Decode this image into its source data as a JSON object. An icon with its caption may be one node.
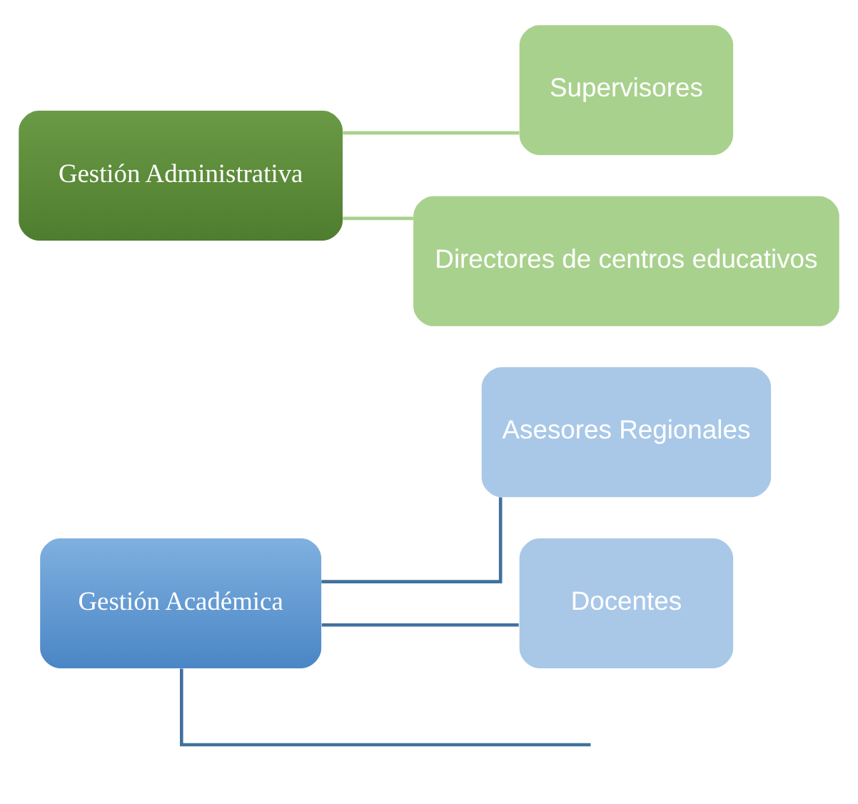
{
  "diagram": {
    "nodes": [
      {
        "text": [
          "Gestión Académica"
        ]
      },
      {
        "text": [
          "Asesores Regionales"
        ]
      },
      {
        "text": [
          "Docentes"
        ]
      },
      {
        "text": [
          "Gestión Administrativa"
        ]
      },
      {
        "text": [
          "Supervisores"
        ]
      },
      {
        "text": [
          "Directores de centros educativos"
        ]
      }
    ],
    "edges": [
      {
        "from": 0,
        "to": 1,
        "arrow": "none",
        "color": "#41719c"
      },
      {
        "from": 0,
        "to": null,
        "arrow": "none",
        "color": "#41719c"
      },
      {
        "from": 0,
        "to": 2,
        "arrow": "none",
        "color": "#41719c"
      },
      {
        "from": 3,
        "to": 4,
        "arrow": "none",
        "color": "#a9d18e"
      },
      {
        "from": 3,
        "to": 5,
        "arrow": "none",
        "color": "#a9d18e"
      }
    ]
  }
}
